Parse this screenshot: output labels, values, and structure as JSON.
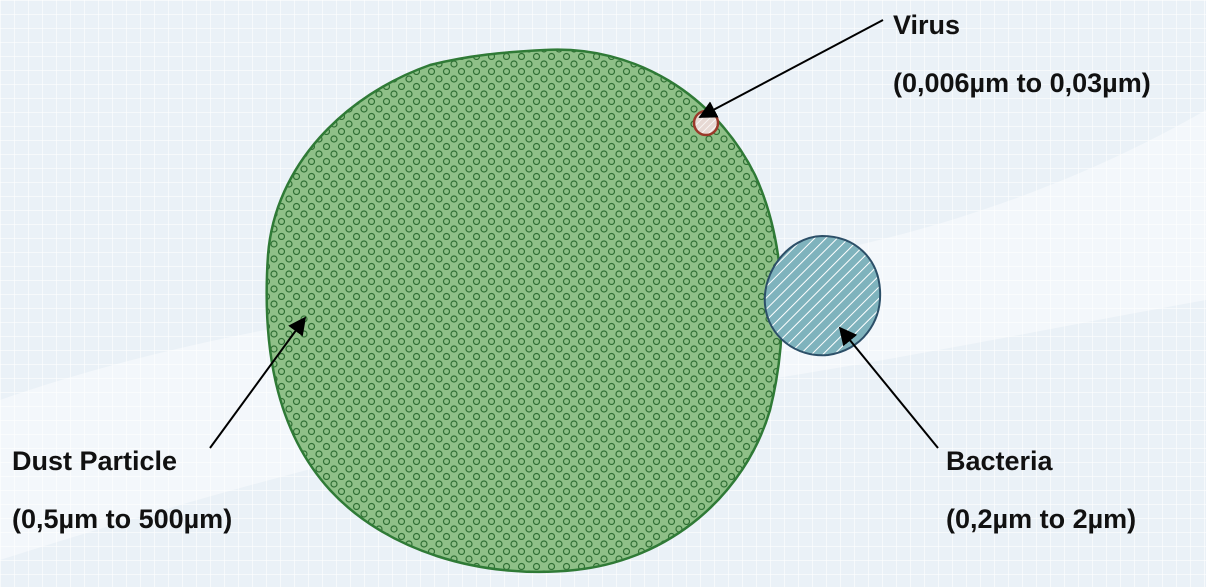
{
  "colors": {
    "background": "#eaf1f7",
    "dust": "#8fc088",
    "dust_outline": "#2f7a36",
    "bacteria": "#7fb3bd",
    "bacteria_outline": "#2c4f68",
    "virus": "#e7d9d4",
    "virus_outline": "#9a3a2a"
  },
  "labels": {
    "virus": {
      "name": "Virus",
      "range": "(0,006µm to 0,03µm)"
    },
    "dust": {
      "name": "Dust Particle",
      "range": "(0,5µm to 500µm)"
    },
    "bacteria": {
      "name": "Bacteria",
      "range": "(0,2µm to 2µm)"
    }
  }
}
